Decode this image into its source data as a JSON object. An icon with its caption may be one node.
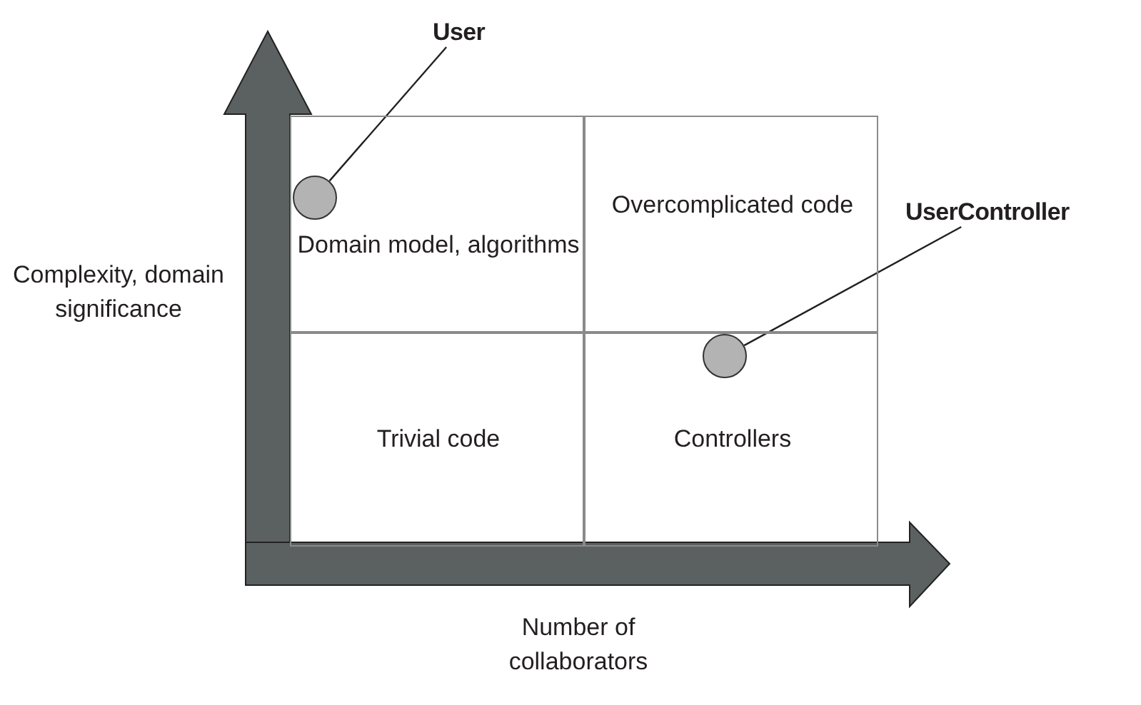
{
  "diagram": {
    "nodes": [
      {
        "text": [
          "User"
        ]
      },
      {
        "text": [
          "Domain model, algorithms"
        ]
      },
      {
        "text": [],
        "shape": "circle",
        "in": 1
      },
      {
        "text": [
          "Overcomplicated code"
        ]
      },
      {
        "text": [
          "UserController"
        ]
      },
      {
        "text": [
          "Trivial code"
        ]
      },
      {
        "text": [
          "Controllers"
        ]
      },
      {
        "text": [],
        "shape": "circle",
        "in": 6
      }
    ],
    "edges": [
      {
        "from": 0,
        "to": 2,
        "arrow": "none"
      },
      {
        "from": 4,
        "to": 7,
        "arrow": "none"
      }
    ],
    "labels": [
      "Complexity, domain significance",
      "Number of collaborators"
    ]
  }
}
